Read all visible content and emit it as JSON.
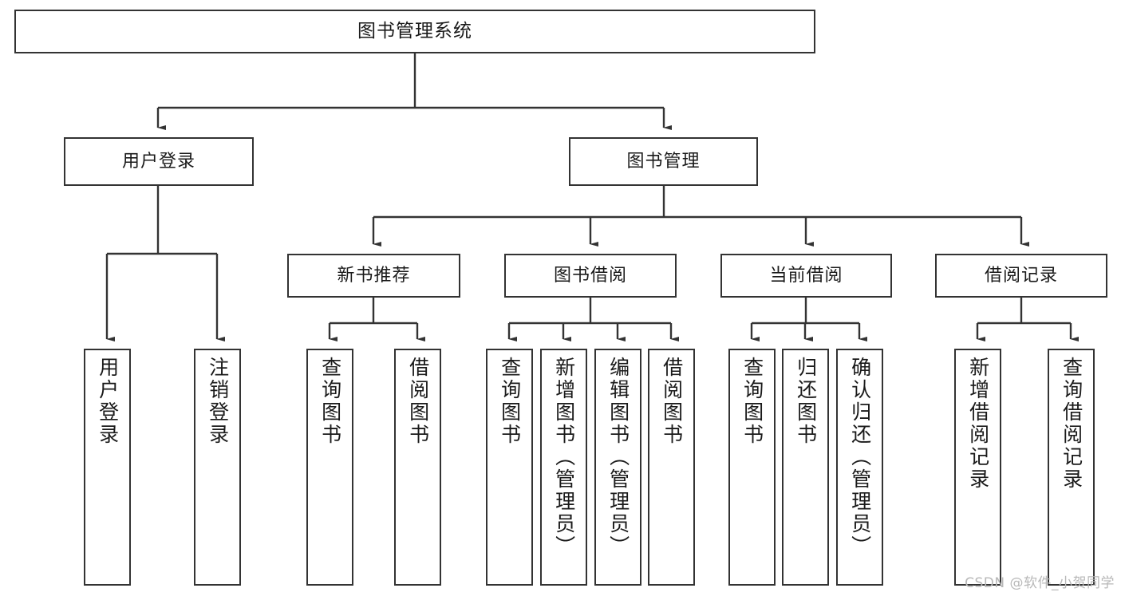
{
  "diagram": {
    "title": "图书管理系统",
    "type": "tree-hierarchy-diagram",
    "watermark": "CSDN @软件_小贺同学",
    "colors": {
      "stroke": "#333333",
      "fill": "#ffffff",
      "text": "#1a1a1a",
      "watermark": "#b8b8b8"
    },
    "root": {
      "label": "图书管理系统"
    },
    "level2": [
      {
        "label": "用户登录"
      },
      {
        "label": "图书管理"
      }
    ],
    "level3": [
      {
        "label": "新书推荐"
      },
      {
        "label": "图书借阅"
      },
      {
        "label": "当前借阅"
      },
      {
        "label": "借阅记录"
      }
    ],
    "leaves": {
      "user_login": [
        {
          "label": "用户登录"
        },
        {
          "label": "注销登录"
        }
      ],
      "new_book_recommend": [
        {
          "label": "查询图书"
        },
        {
          "label": "借阅图书"
        }
      ],
      "book_borrow": [
        {
          "label": "查询图书"
        },
        {
          "label": "新增图书（管理员）"
        },
        {
          "label": "编辑图书（管理员）"
        },
        {
          "label": "借阅图书"
        }
      ],
      "current_borrow": [
        {
          "label": "查询图书"
        },
        {
          "label": "归还图书"
        },
        {
          "label": "确认归还（管理员）"
        }
      ],
      "borrow_records": [
        {
          "label": "新增借阅记录"
        },
        {
          "label": "查询借阅记录"
        }
      ]
    }
  }
}
